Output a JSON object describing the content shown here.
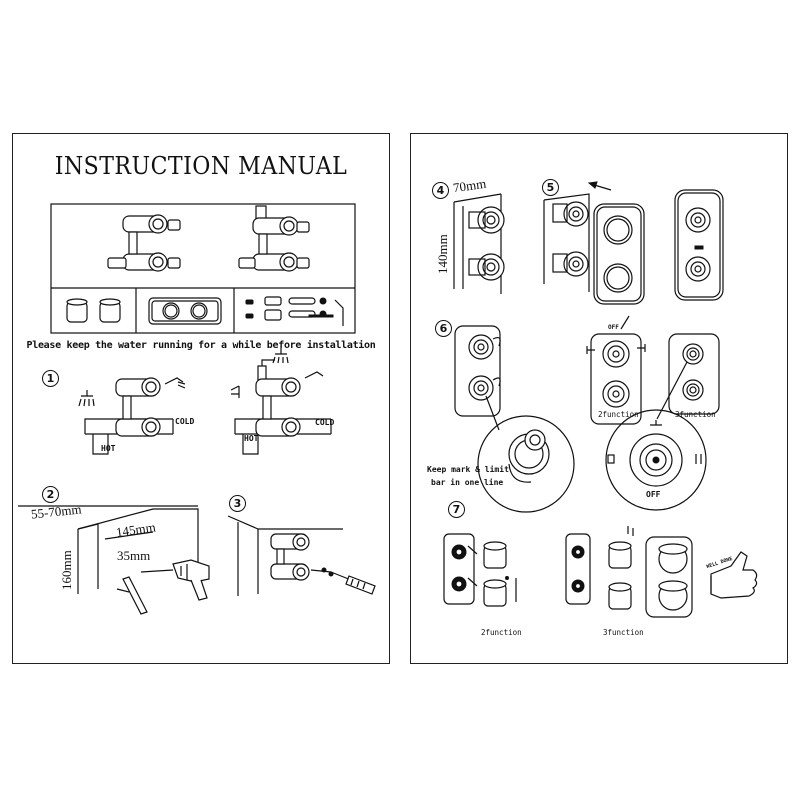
{
  "manual": {
    "title": "INSTRUCTION MANUAL",
    "note": "Please keep the water running for a while before installation"
  },
  "step1": {
    "number": "1",
    "hot_label_a": "HOT",
    "cold_label_a": "COLD",
    "hot_label_b": "HOT",
    "cold_label_b": "COLD"
  },
  "step2": {
    "number": "2",
    "depth": "55-70mm",
    "width": "145mm",
    "drill": "35mm",
    "height": "160mm"
  },
  "step3": {
    "number": "3"
  },
  "step4": {
    "number": "4",
    "width": "70mm",
    "height": "140mm"
  },
  "step5": {
    "number": "5"
  },
  "step6": {
    "number": "6",
    "note_line1": "Keep mark & limit",
    "note_line2": "bar in one line",
    "caption_2function": "2function",
    "caption_3function": "3function",
    "off_label": "OFF",
    "dial_off_label": "OFF"
  },
  "step7": {
    "number": "7",
    "caption_2function": "2function",
    "caption_3function": "3function",
    "thumb_text": "WELL DONE"
  }
}
